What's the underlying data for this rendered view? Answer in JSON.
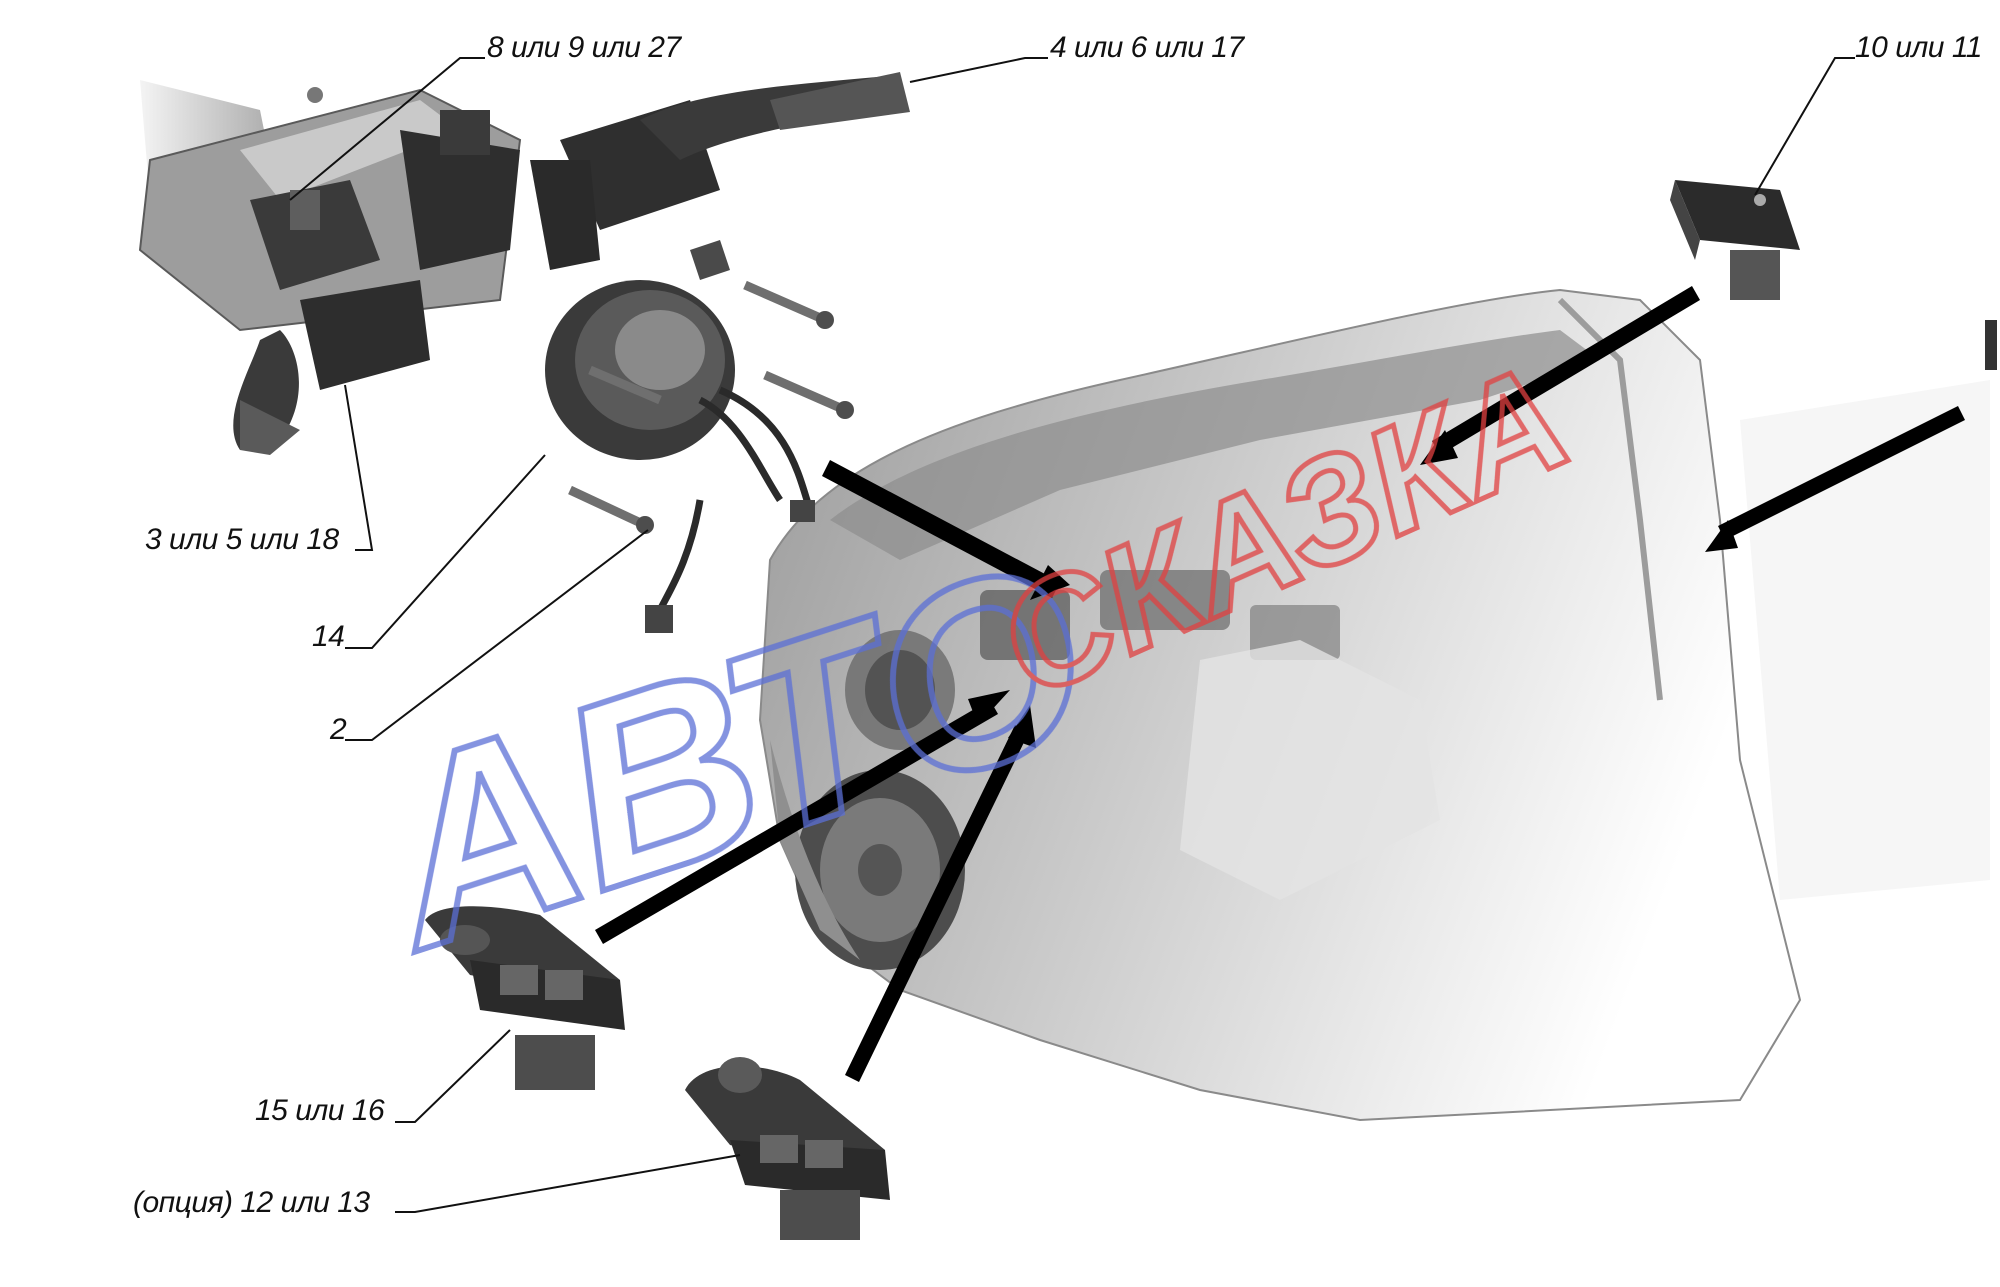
{
  "labels": {
    "multi_switch_8_9_27": "8 или 9 или 27",
    "wiper_switch_4_6_17": "4 или 6 или 17",
    "rear_switch_10_11": "10 или 11",
    "light_switch_3_5_18": "3 или 5 или 18",
    "clock_spring_14": "14",
    "bolt_2": "2",
    "window_switch_15_16": "15 или 16",
    "mirror_switch_12_13": "(опция) 12 или 13"
  },
  "watermark": {
    "part1": "АВТО",
    "part2": "СКАЗКА",
    "color_blue": "#5b6fd6",
    "color_red": "#e04040"
  },
  "colors": {
    "part_dark": "#2a2a2a",
    "part_mid": "#6f6f6f",
    "part_light": "#b5b5b5",
    "body_fill": "#cfcfcf"
  }
}
